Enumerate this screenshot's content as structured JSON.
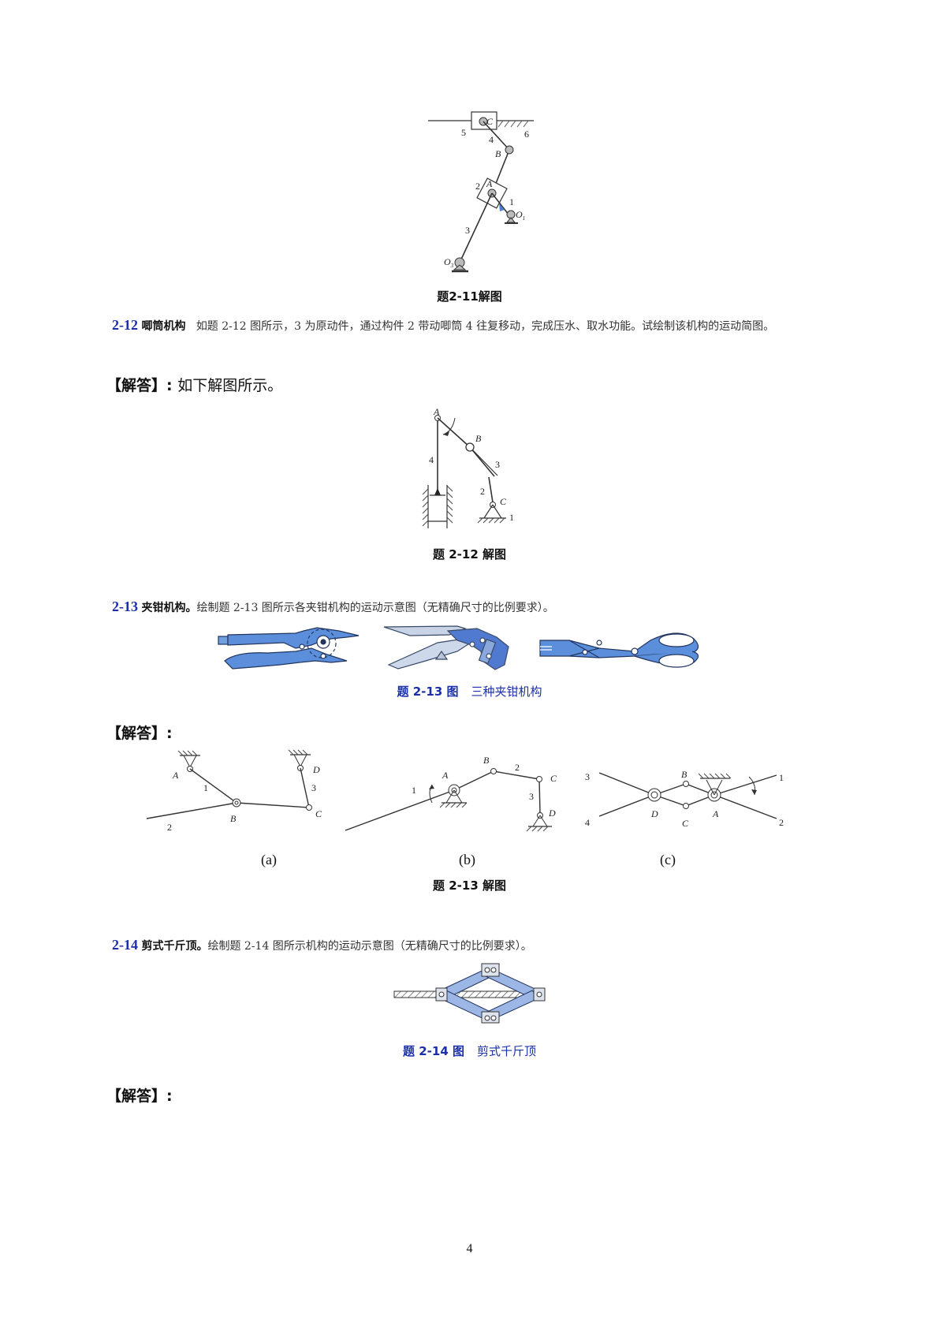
{
  "captions": {
    "fig_2_11": "题2-11解图",
    "fig_2_12": "题 2-12 解图",
    "fig_2_13_label": "题 2-13 图",
    "fig_2_13_text": "三种夹钳机构",
    "fig_2_13_sol": "题 2-13 解图",
    "fig_2_14_label": "题 2-14 图",
    "fig_2_14_text": "剪式千斤顶"
  },
  "problems": {
    "p12": {
      "num": "2-12",
      "title": "唧筒机构",
      "body": "如题 2-12 图所示，3 为原动件，通过构件 2 带动唧筒 4 往复移动，完成压水、取水功能。试绘制该机构的运动简图。"
    },
    "p13": {
      "num": "2-13",
      "title": "夹钳机构。",
      "body": "绘制题 2-13 图所示各夹钳机构的运动示意图（无精确尺寸的比例要求）。"
    },
    "p14": {
      "num": "2-14",
      "title": "剪式千斤顶。",
      "body": "绘制题 2-14 图所示机构的运动示意图（无精确尺寸的比例要求）。"
    }
  },
  "answers": {
    "bracket": "【解答】",
    "colon": ":",
    "a12_text": "如下解图所示。"
  },
  "labels_2_11": {
    "C": "C",
    "n5": "5",
    "n4": "4",
    "n6": "6",
    "B": "B",
    "n2": "2",
    "A": "A",
    "n1": "1",
    "O1": "O",
    "O1sub": "1",
    "n3": "3",
    "O3": "O",
    "O3sub": "3"
  },
  "labels_2_12": {
    "A": "A",
    "B": "B",
    "n4": "4",
    "n3": "3",
    "n2": "2",
    "C": "C",
    "n1": "1"
  },
  "labels_2_13a": {
    "A": "A",
    "D": "D",
    "n1": "1",
    "n3": "3",
    "B": "B",
    "C": "C",
    "n2": "2"
  },
  "labels_2_13b": {
    "B": "B",
    "n2": "2",
    "A": "A",
    "C": "C",
    "n1": "1",
    "n3": "3",
    "D": "D"
  },
  "labels_2_13c": {
    "n3": "3",
    "B": "B",
    "n1": "1",
    "n4": "4",
    "D": "D",
    "C": "C",
    "A": "A",
    "n2": "2"
  },
  "subcaptions": {
    "a": "(a)",
    "b": "(b)",
    "c": "(c)"
  },
  "page_number": "4"
}
